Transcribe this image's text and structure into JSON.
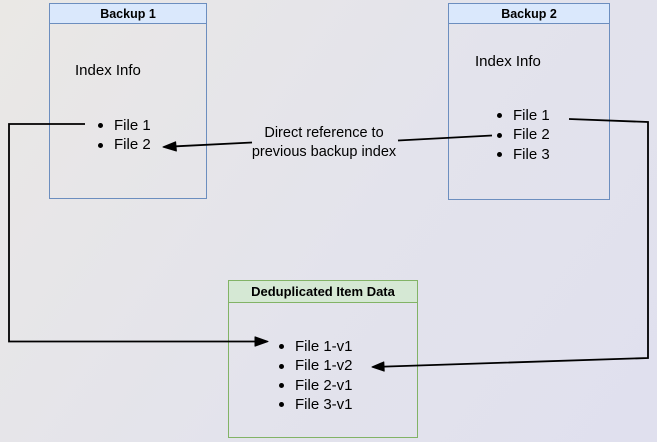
{
  "colors": {
    "blue_fill": "#dae8fc",
    "blue_border": "#6c8ebf",
    "green_fill": "#d5e8d4",
    "green_border": "#82b366",
    "line_color": "#000000",
    "bg_top_left": "#eae8e5",
    "bg_bottom_right": "#e0e0ee"
  },
  "boxes": {
    "backup1": {
      "title": "Backup 1",
      "subtitle": "Index Info",
      "files": [
        "File 1",
        "File 2"
      ]
    },
    "backup2": {
      "title": "Backup 2",
      "subtitle": "Index Info",
      "files": [
        "File 1",
        "File 2",
        "File 3"
      ]
    },
    "dedup": {
      "title": "Deduplicated Item Data",
      "files": [
        "File 1-v1",
        "File 1-v2",
        "File 2-v1",
        "File 3-v1"
      ]
    }
  },
  "annotations": {
    "direct_reference": {
      "line1": "Direct reference to",
      "line2": "previous backup index"
    }
  },
  "connectors": [
    {
      "from": "Backup 1 / File 1",
      "to": "Deduplicated Item Data / File 1-v1",
      "label": ""
    },
    {
      "from": "Backup 2 / File 2",
      "to": "Backup 1 / File 2",
      "label": "Direct reference to previous backup index"
    },
    {
      "from": "Backup 2 / File 1",
      "to": "Deduplicated Item Data / File 1-v2",
      "label": ""
    }
  ]
}
